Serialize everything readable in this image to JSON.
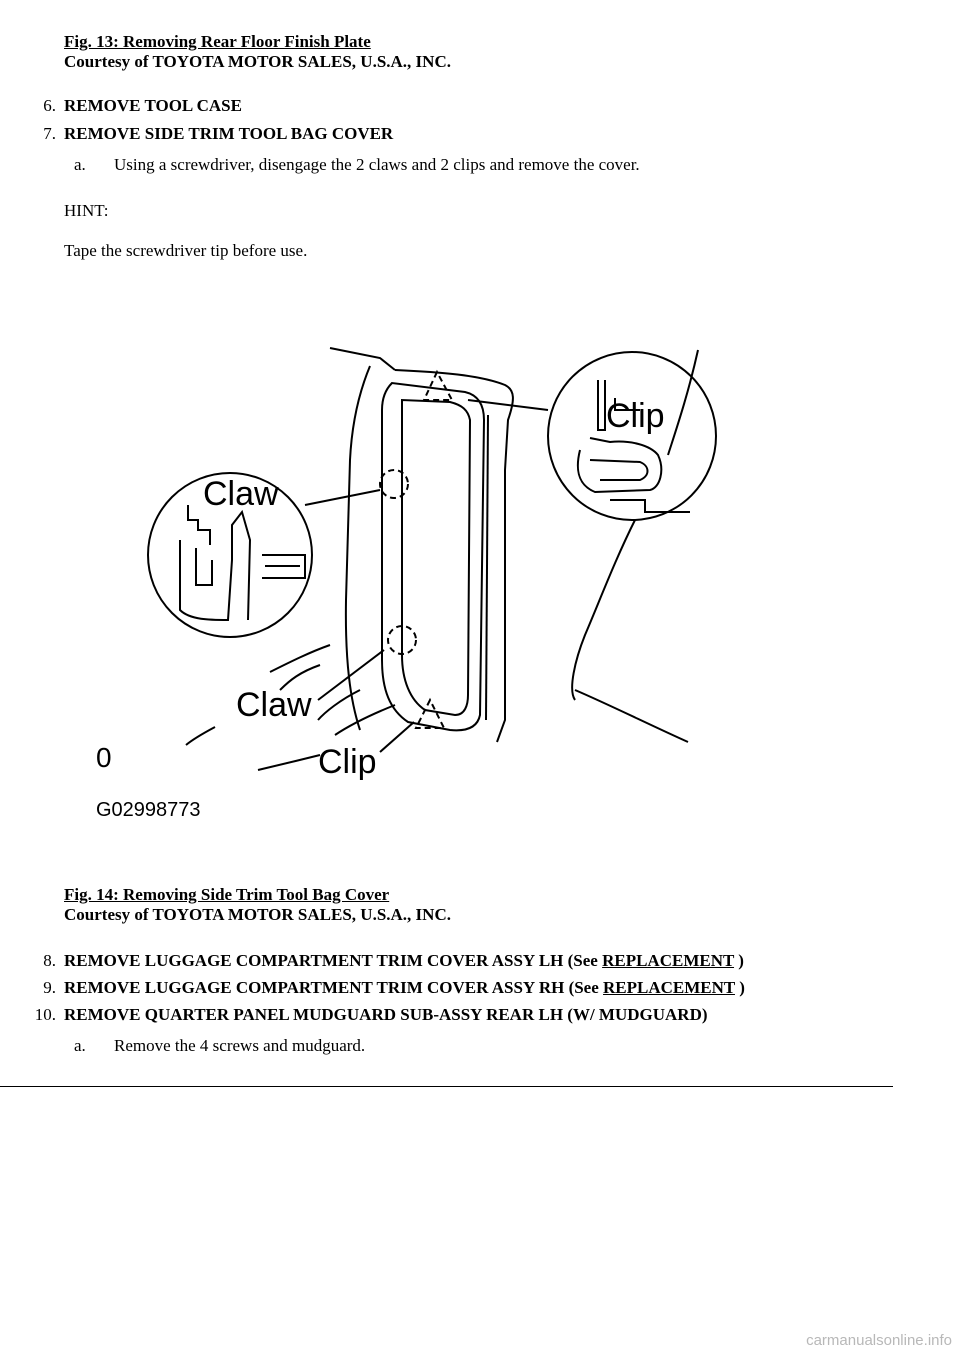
{
  "fig13": {
    "caption": "Fig. 13: Removing Rear Floor Finish Plate",
    "courtesy": "Courtesy of TOYOTA MOTOR SALES, U.S.A., INC."
  },
  "steps_top": [
    {
      "num": "6.",
      "text": "REMOVE TOOL CASE"
    },
    {
      "num": "7.",
      "text": "REMOVE SIDE TRIM TOOL BAG COVER"
    }
  ],
  "step7": {
    "sub_letter": "a.",
    "sub_text": "Using a screwdriver, disengage the 2 claws and 2 clips and remove the cover.",
    "hint_label": "HINT:",
    "hint_text": "Tape the screwdriver tip before use."
  },
  "figure14": {
    "labels": {
      "clip_top": "Clip",
      "claw_top": "Claw",
      "claw_bottom": "Claw",
      "clip_bottom": "Clip",
      "corner_mark": "0",
      "figure_code": "G02998773"
    },
    "caption": "Fig. 14: Removing Side Trim Tool Bag Cover",
    "courtesy": "Courtesy of TOYOTA MOTOR SALES, U.S.A., INC."
  },
  "steps_bottom": [
    {
      "num": "8.",
      "text": "REMOVE LUGGAGE COMPARTMENT TRIM COVER ASSY LH (See ",
      "link": "REPLACEMENT",
      "after": " )"
    },
    {
      "num": "9.",
      "text": "REMOVE LUGGAGE COMPARTMENT TRIM COVER ASSY RH (See ",
      "link": "REPLACEMENT",
      "after": " )"
    },
    {
      "num": "10.",
      "text": "REMOVE QUARTER PANEL MUDGUARD SUB-ASSY REAR LH (W/ MUDGUARD)"
    }
  ],
  "step10": {
    "sub_letter": "a.",
    "sub_text": "Remove the 4 screws and mudguard."
  },
  "watermark": "carmanualsonline.info"
}
